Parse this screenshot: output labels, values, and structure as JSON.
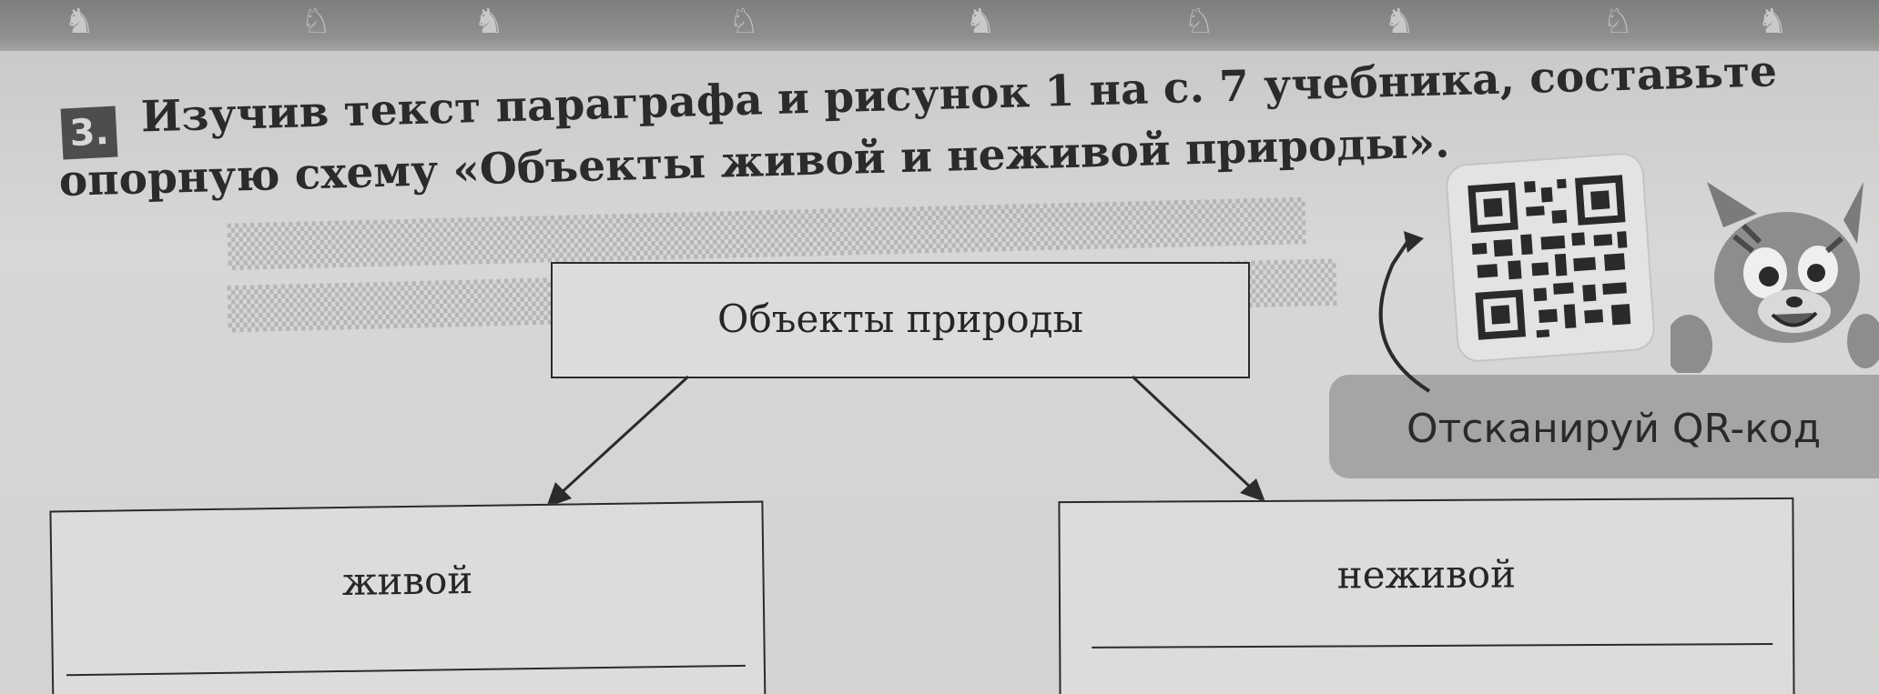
{
  "task": {
    "number": "3.",
    "instruction_line1": "Изучив текст параграфа и рисунок 1 на с. 7 учебника, составьте",
    "instruction_line2": "опорную схему «Объекты живой и неживой природы»."
  },
  "diagram": {
    "root_label": "Объекты природы",
    "left_label": "живой",
    "right_label": "неживой"
  },
  "qr": {
    "caption": "Отсканируй QR-код",
    "icon": "qr-code-icon"
  },
  "mascot": {
    "icon": "tiger-cub-icon"
  },
  "colors": {
    "paper": "#d4d5d4",
    "ink": "#2b2b2b",
    "banner": "#a4a5a4",
    "band": "#858785"
  }
}
